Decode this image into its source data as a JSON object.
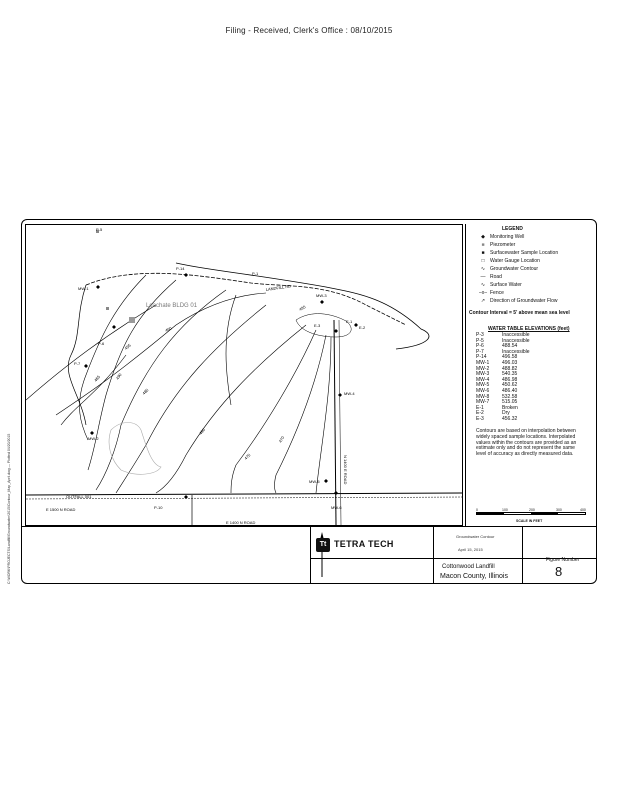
{
  "header": {
    "stamp": "Filing    -  Received,        Clerk's      Office      :  08/10/2015"
  },
  "map": {
    "building_label": "Leachate BLDG 01",
    "contour_labels": [
      "495",
      "490",
      "485",
      "480",
      "475",
      "470",
      "465",
      "460",
      "455"
    ],
    "well_labels": [
      "P-5",
      "MW-1",
      "P-7",
      "P-6",
      "MW-2",
      "P-14",
      "MW-3",
      "MW-4",
      "MW-5",
      "MW-6",
      "E-1",
      "E-2",
      "E-3",
      "P-1",
      "P-10"
    ],
    "road_labels": [
      "E 1500 N ROAD",
      "E 1400 N ROAD",
      "N 1400 E ROAD",
      "LANDFILL RD"
    ],
    "outfall_label": "OUTFALL 001"
  },
  "legend": {
    "title": "LEGEND",
    "items": [
      {
        "symbol": "◆",
        "label": "Monitoring Well"
      },
      {
        "symbol": "■",
        "label": "Piezometer"
      },
      {
        "symbol": "■",
        "label": "Surfacewater Sample Location"
      },
      {
        "symbol": "□",
        "label": "Water Gauge Location"
      },
      {
        "symbol": "∿",
        "label": "Groundwater Contour"
      },
      {
        "symbol": "—",
        "label": "Road"
      },
      {
        "symbol": "∿",
        "label": "Surface Water"
      },
      {
        "symbol": "–x–",
        "label": "Fence"
      },
      {
        "symbol": "↗",
        "label": "Direction of Groundwater Flow"
      }
    ],
    "contour_interval": "Contour Interval = 5' above mean sea level",
    "water_table_title": "WATER TABLE ELEVATIONS (feet)",
    "water_table": [
      {
        "well": "P-3",
        "elev": "Inaccessible"
      },
      {
        "well": "P-5",
        "elev": "Inaccessible"
      },
      {
        "well": "P-6",
        "elev": "488.54"
      },
      {
        "well": "P-7",
        "elev": "Inaccessible"
      },
      {
        "well": "P-14",
        "elev": "496.58"
      },
      {
        "well": "MW-1",
        "elev": "496.03"
      },
      {
        "well": "MW-2",
        "elev": "488.82"
      },
      {
        "well": "MW-3",
        "elev": "540.35"
      },
      {
        "well": "MW-4",
        "elev": "486.98"
      },
      {
        "well": "MW-5",
        "elev": "450.62"
      },
      {
        "well": "MW-6",
        "elev": "486.40"
      },
      {
        "well": "MW-8",
        "elev": "532.58"
      },
      {
        "well": "MW-7",
        "elev": "515.05"
      },
      {
        "well": "E-1",
        "elev": "Broken"
      },
      {
        "well": "E-2",
        "elev": "Dry"
      },
      {
        "well": "E-3",
        "elev": "456.32"
      }
    ],
    "note": "Contours are based on interpolation between widely spaced sample locations. Interpolated values within the contours are provided as an estimate only and do not represent the same level of accuracy as directly measured data.",
    "scale_ticks": [
      "0",
      "100",
      "200",
      "300",
      "400"
    ],
    "scale_label": "SCALE IN FEET"
  },
  "title_block": {
    "logo_mark": "Tt",
    "company": "TETRA TECH",
    "drawing_title": "Groundwater Contour",
    "drawing_subtitle": "April 15, 2015",
    "site_name": "Cottonwood Landfill",
    "county": "Macon County, Illinois",
    "figure_label": "Figure Number",
    "figure_number": "8"
  },
  "side_note": "C:\\WORK\\PROJECTS\\Landfill\\Groundwater\\2015\\Contour_Map_April.dwg  —  Plotted 04/20/2015"
}
